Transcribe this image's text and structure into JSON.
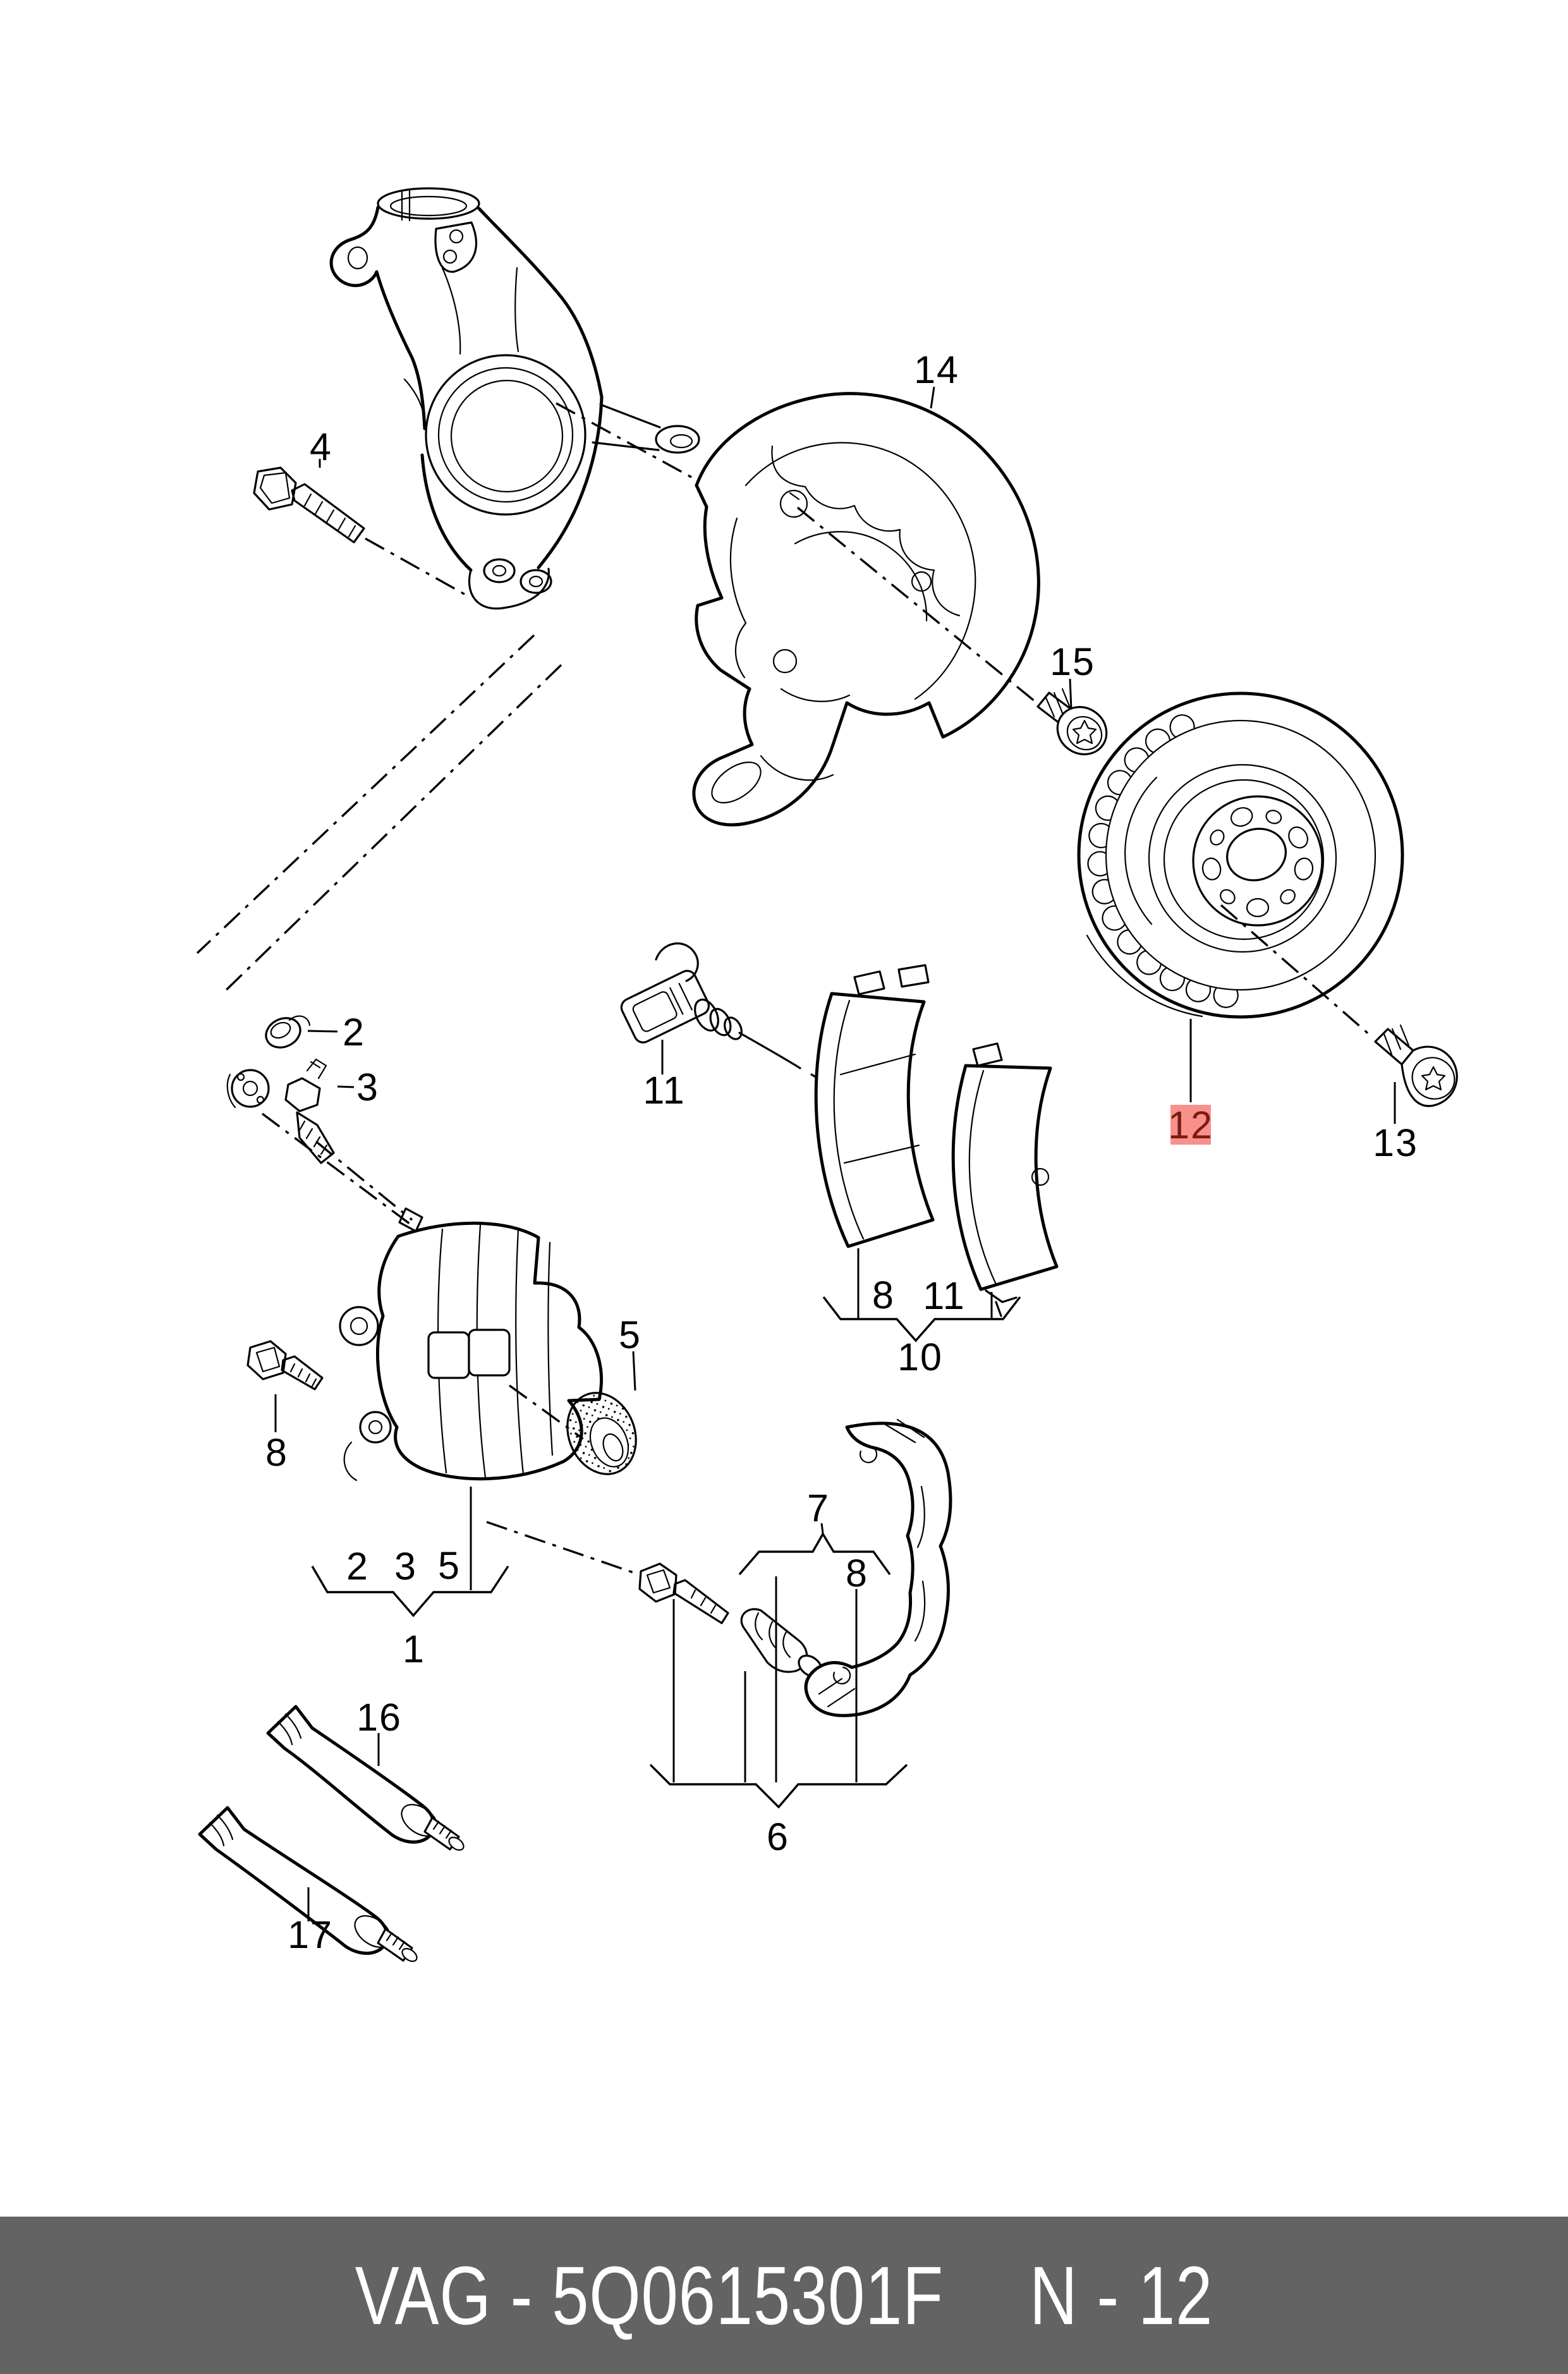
{
  "colors": {
    "page_bg": "#FFFFFF",
    "line": "#000000",
    "highlight_bg": "#F8908C",
    "highlight_text": "#7B1B12",
    "footer_bg": "#636363",
    "footer_text": "#FFFFFF"
  },
  "footer": {
    "catalog_code": "VAG - 5Q0615301F",
    "page_code": "N - 12"
  },
  "highlighted_part": "12",
  "callouts": {
    "knuckle_bolt": "4",
    "bleeder_cap": "2",
    "bleeder_screw": "3",
    "wear_sensor": "11",
    "splash_shield": "14",
    "shield_screw": "15",
    "brake_disc": "12",
    "disc_screw": "13",
    "pad_item_8": "8",
    "pad_item_11": "11",
    "pad_set": "10",
    "caliper_bolt": "8",
    "dust_cap_piston": "5",
    "caliper_group_2": "2",
    "caliper_group_3": "3",
    "caliper_group_5": "5",
    "caliper": "1",
    "guide_pin": "7",
    "guide_screw": "8",
    "carrier_group": "6",
    "grease_tube_upper": "16",
    "grease_tube_lower": "17"
  }
}
